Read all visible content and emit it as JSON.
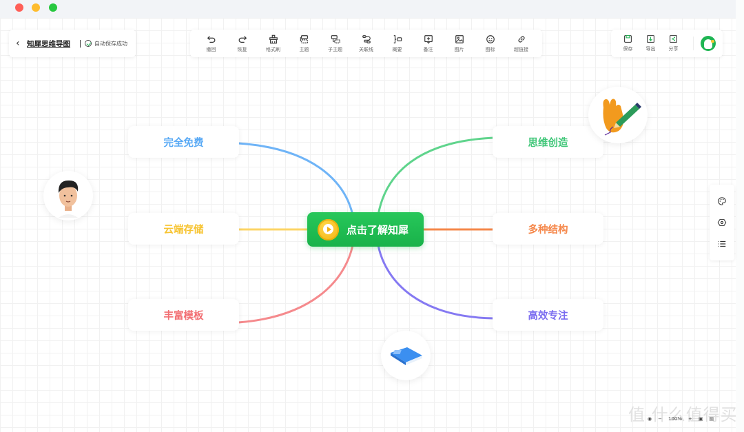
{
  "window": {
    "traffic_lights": [
      "#ff5f57",
      "#febc2e",
      "#28c840"
    ]
  },
  "document": {
    "back_icon": "chevron-left-icon",
    "title": "知犀思维导图",
    "save_status": "自动保存成功"
  },
  "toolbar": {
    "items": [
      {
        "label": "撤回",
        "icon": "undo-icon"
      },
      {
        "label": "恢复",
        "icon": "redo-icon"
      },
      {
        "label": "格式刷",
        "icon": "format-brush-icon"
      },
      {
        "label": "主题",
        "icon": "topic-icon"
      },
      {
        "label": "子主题",
        "icon": "subtopic-icon"
      },
      {
        "label": "关联线",
        "icon": "relation-line-icon"
      },
      {
        "label": "概要",
        "icon": "summary-icon"
      },
      {
        "label": "备注",
        "icon": "note-icon"
      },
      {
        "label": "图片",
        "icon": "image-icon"
      },
      {
        "label": "图标",
        "icon": "emoji-icon"
      },
      {
        "label": "超链接",
        "icon": "link-icon"
      }
    ]
  },
  "actions": {
    "items": [
      {
        "label": "保存",
        "icon": "save-icon"
      },
      {
        "label": "导出",
        "icon": "export-icon"
      },
      {
        "label": "分享",
        "icon": "share-icon"
      }
    ],
    "logo": "zhixi-logo"
  },
  "side_panel": {
    "icons": [
      "palette-icon",
      "hexagon-style-icon",
      "outline-list-icon"
    ]
  },
  "mindmap": {
    "root": {
      "label": "点击了解知犀",
      "color": "#1fb553"
    },
    "branches": [
      {
        "label": "完全免费",
        "color": "#5aaaf5",
        "side": "left"
      },
      {
        "label": "云端存储",
        "color": "#f7c432",
        "side": "left"
      },
      {
        "label": "丰富模板",
        "color": "#f26f73",
        "side": "left"
      },
      {
        "label": "思维创造",
        "color": "#42c77a",
        "side": "right"
      },
      {
        "label": "多种结构",
        "color": "#f5874a",
        "side": "right"
      },
      {
        "label": "高效专注",
        "color": "#7a6cf0",
        "side": "right"
      }
    ],
    "stickers": [
      "man-avatar-sticker",
      "hand-pencil-sticker",
      "blue-book-sticker"
    ]
  },
  "zoom_controls": {
    "locate": "locate-icon",
    "zoom_out": "−",
    "zoom_level": "100%",
    "zoom_in": "+",
    "fit": "fit-screen-icon",
    "minimap": "minimap-icon"
  },
  "watermark": "值 什么值得买"
}
